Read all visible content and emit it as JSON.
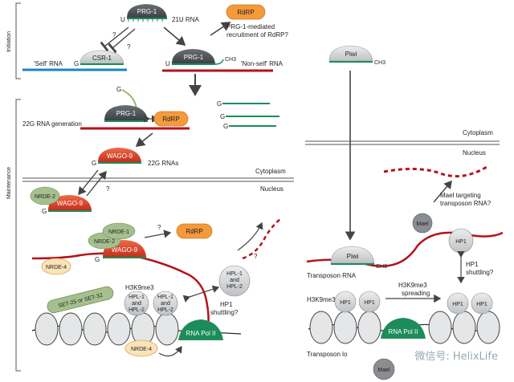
{
  "side_labels": {
    "initiation": "Initiation",
    "maintenance": "Maintenance"
  },
  "initiation": {
    "prg1_top": "PRG-1",
    "u_top": "U",
    "rna_21u": "21U RNA",
    "q1": "?",
    "q2": "?",
    "csr1": "CSR-1",
    "g_csr": "G",
    "self_rna": "'Self' RNA",
    "prg1_mid": "PRG-1",
    "u_mid": "U",
    "ch3": "CH3",
    "nonself_rna": "'Non-self' RNA",
    "rdrp": "RdRP",
    "recruit_1": "PRG-1-mediated",
    "recruit_2": "recruitment of RdRP?"
  },
  "maintenance": {
    "g_hook": "G",
    "rna_gen": "22G RNA generation",
    "prg1": "PRG-1",
    "rdrp": "RdRP",
    "g_free": [
      "G",
      "G",
      "G"
    ],
    "wago9": "WAGO-9",
    "g_wago": "G",
    "rna_22g": "22G RNAs",
    "cytoplasm": "Cytoplasm",
    "nucleus": "Nucleus",
    "nrde2": "NRDE-2",
    "wago9_b": "WAGO-9",
    "q_arrow": "?",
    "g_nrde": "G",
    "nrde1": "NRDE-1",
    "nrde2_c": "NRDE-2",
    "wago9_c": "WAGO-9",
    "g_c": "G",
    "q_rdrp": "?",
    "rdrp_b": "RdRP",
    "nrde4": "NRDE-4",
    "q_hpl": "?",
    "hpl_free": [
      "HPL-1",
      "and",
      "HPL-2"
    ],
    "hp1_shuttling": [
      "HP1",
      "shuttling?"
    ],
    "h3k9me3": "H3K9me3",
    "set25": "SET-25 or SET-32",
    "hpl_a": [
      "HPL-1",
      "and",
      "HPL-2"
    ],
    "hpl_b": [
      "HPL-1",
      "and",
      "HPL-2"
    ],
    "pol2": "RNA Pol II",
    "nrde4_b": "NRDE-4"
  },
  "right": {
    "piwi_top": "Piwi",
    "ch3_top": "CH3",
    "cytoplasm": "Cytoplasm",
    "nucleus": "Nucleus",
    "mael_targeting_1": "Mael targeting",
    "mael_targeting_2": "transposon RNA?",
    "mael": "Mael",
    "hp1": "HP1",
    "hp1_shuttling": [
      "HP1",
      "shuttling?"
    ],
    "piwi": "Piwi",
    "ch3": "CH3",
    "transposon_rna": "Transposon RNA",
    "h3k9me3": "H3K9me3",
    "h3k9_spread_1": "H3K9me3",
    "h3k9_spread_2": "spreading",
    "hp1_a": "HP1",
    "hp1_b": "HP1",
    "hp1_c": "HP1",
    "hp1_d": "HP1",
    "pol2": "RNA Pol II",
    "transposon_locus": "Transposon lo",
    "mael_b": "Mael"
  },
  "watermark": "微信号: HelixLife",
  "colors": {
    "green": "#1c8c5a",
    "red": "#b5121b",
    "blue": "#1a84c4",
    "wago": "#d8422a",
    "prg": "#4e5257",
    "orange": "#f39a3c",
    "nrde": "#a5c08e",
    "grey": "#d2d4d6"
  }
}
